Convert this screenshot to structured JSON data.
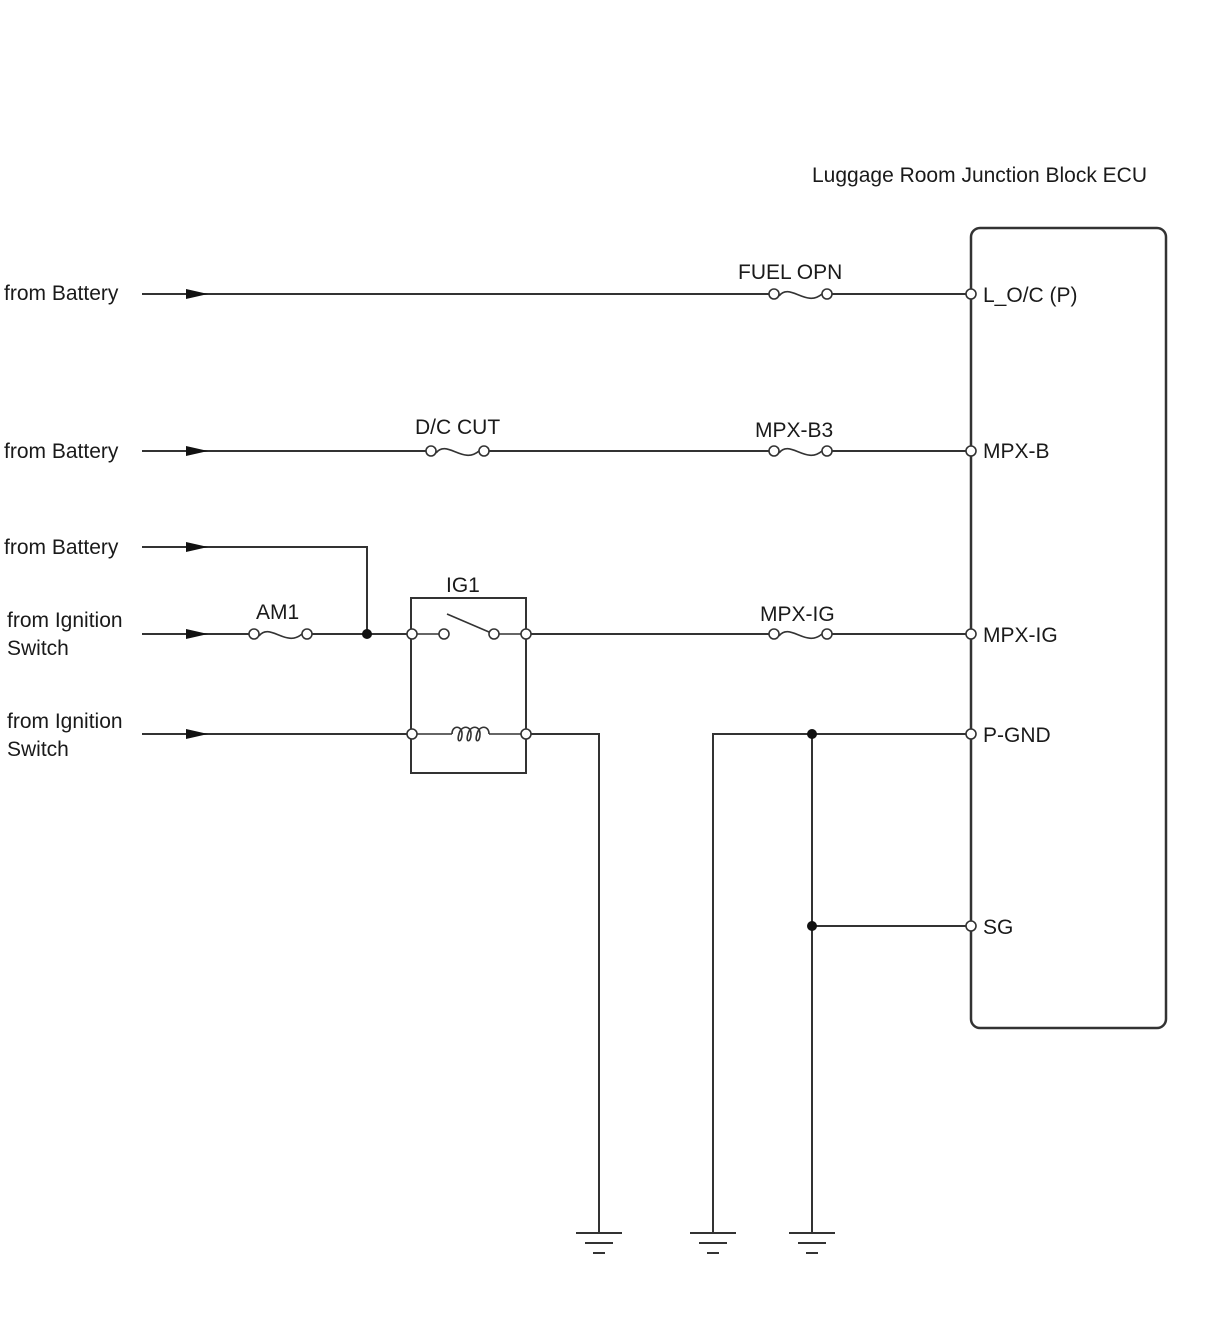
{
  "ecu": {
    "title": "Luggage Room Junction Block ECU",
    "pins": {
      "loc": "L_O/C (P)",
      "mpxb": "MPX-B",
      "mpxig": "MPX-IG",
      "pgnd": "P-GND",
      "sg": "SG"
    }
  },
  "sources": {
    "battery1": "from Battery",
    "battery2": "from Battery",
    "battery3": "from Battery",
    "ign1_line1": "from Ignition",
    "ign1_line2": "Switch",
    "ign2_line1": "from Ignition",
    "ign2_line2": "Switch"
  },
  "fuses": {
    "fuel_opn": "FUEL OPN",
    "dc_cut": "D/C CUT",
    "mpx_b3": "MPX-B3",
    "am1": "AM1",
    "mpx_ig": "MPX-IG"
  },
  "relay": {
    "label": "IG1"
  }
}
